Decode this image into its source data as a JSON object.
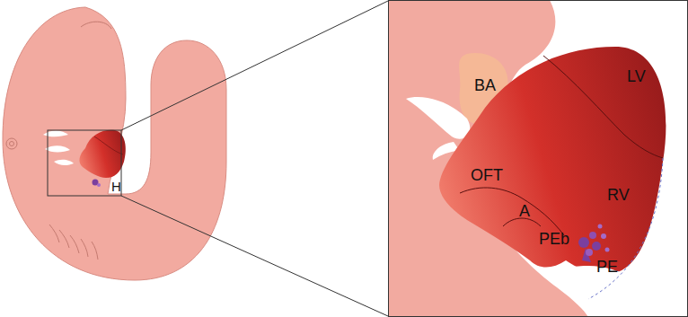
{
  "diagram": {
    "labels": [
      "H",
      "BA",
      "LV",
      "OFT",
      "RV",
      "A",
      "PEb",
      "PE"
    ]
  }
}
